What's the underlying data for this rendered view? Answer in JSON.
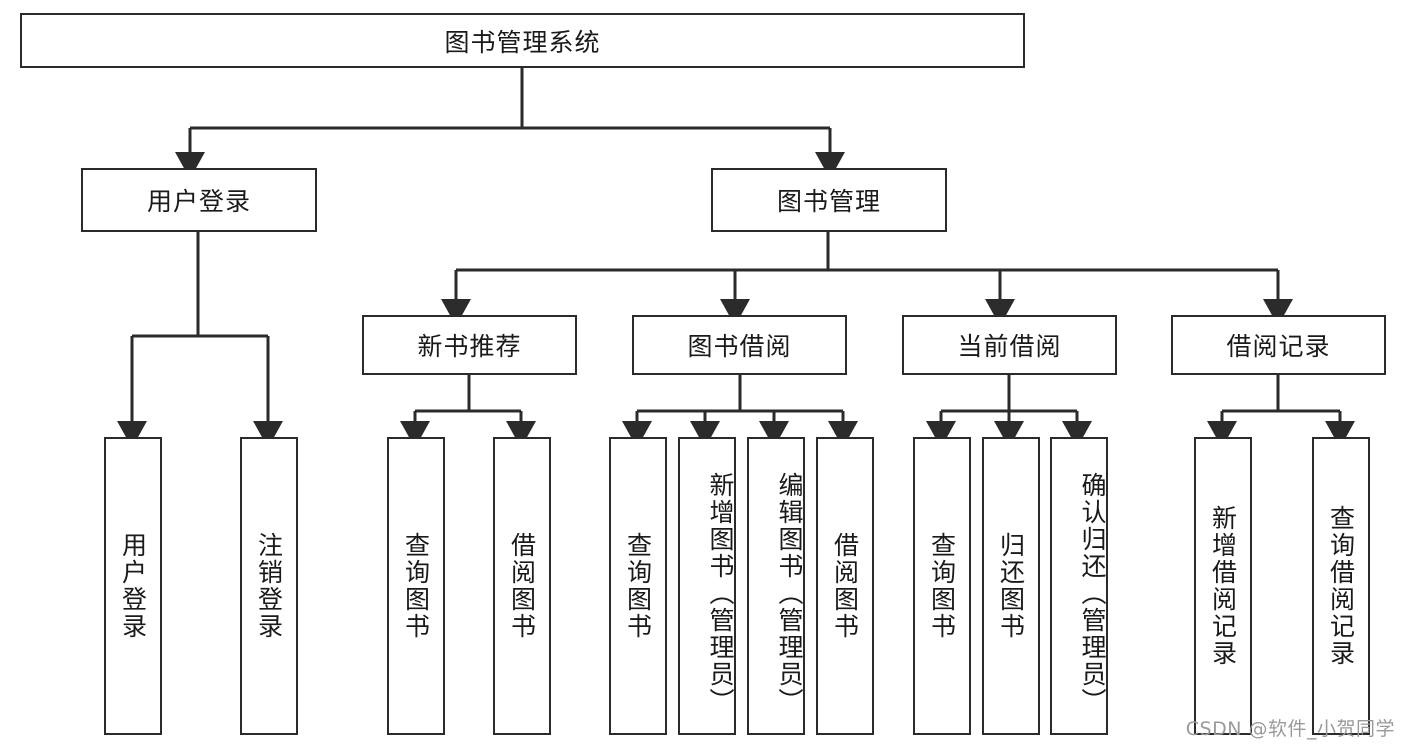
{
  "diagram": {
    "type": "tree-hierarchy",
    "title": "图书管理系统",
    "orientation": "top-down",
    "colors": {
      "box_border": "#2b2b2b",
      "box_fill": "#ffffff",
      "connector": "#2b2b2b",
      "text": "#1a1a1a",
      "watermark": "#9a9a9a"
    }
  },
  "nodes": {
    "root": {
      "label": "图书管理系统",
      "level": 1,
      "orientation": "horizontal"
    },
    "level2": [
      {
        "id": "user-login",
        "label": "用户登录",
        "orientation": "horizontal"
      },
      {
        "id": "book-manage",
        "label": "图书管理",
        "orientation": "horizontal"
      }
    ],
    "level3": [
      {
        "id": "new-book-rec",
        "label": "新书推荐",
        "parent": "book-manage",
        "orientation": "horizontal"
      },
      {
        "id": "book-borrow",
        "label": "图书借阅",
        "parent": "book-manage",
        "orientation": "horizontal"
      },
      {
        "id": "current-borrow",
        "label": "当前借阅",
        "parent": "book-manage",
        "orientation": "horizontal"
      },
      {
        "id": "borrow-record",
        "label": "借阅记录",
        "parent": "book-manage",
        "orientation": "horizontal"
      }
    ],
    "leaves": [
      {
        "id": "leaf-user-login",
        "label": "用户登录",
        "parent": "user-login",
        "orientation": "vertical"
      },
      {
        "id": "leaf-logout",
        "label": "注销登录",
        "parent": "user-login",
        "orientation": "vertical"
      },
      {
        "id": "leaf-query-book-1",
        "label": "查询图书",
        "parent": "new-book-rec",
        "orientation": "vertical"
      },
      {
        "id": "leaf-borrow-book-1",
        "label": "借阅图书",
        "parent": "new-book-rec",
        "orientation": "vertical"
      },
      {
        "id": "leaf-query-book-2",
        "label": "查询图书",
        "parent": "book-borrow",
        "orientation": "vertical"
      },
      {
        "id": "leaf-add-book",
        "label": "新增图书（管理员）",
        "parent": "book-borrow",
        "orientation": "vertical"
      },
      {
        "id": "leaf-edit-book",
        "label": "编辑图书（管理员）",
        "parent": "book-borrow",
        "orientation": "vertical"
      },
      {
        "id": "leaf-borrow-book-2",
        "label": "借阅图书",
        "parent": "book-borrow",
        "orientation": "vertical"
      },
      {
        "id": "leaf-query-book-3",
        "label": "查询图书",
        "parent": "current-borrow",
        "orientation": "vertical"
      },
      {
        "id": "leaf-return-book",
        "label": "归还图书",
        "parent": "current-borrow",
        "orientation": "vertical"
      },
      {
        "id": "leaf-confirm-return",
        "label": "确认归还（管理员）",
        "parent": "current-borrow",
        "orientation": "vertical"
      },
      {
        "id": "leaf-add-record",
        "label": "新增借阅记录",
        "parent": "borrow-record",
        "orientation": "vertical"
      },
      {
        "id": "leaf-query-record",
        "label": "查询借阅记录",
        "parent": "borrow-record",
        "orientation": "vertical"
      }
    ]
  },
  "watermark": {
    "text": "CSDN @软件_小贺同学"
  }
}
